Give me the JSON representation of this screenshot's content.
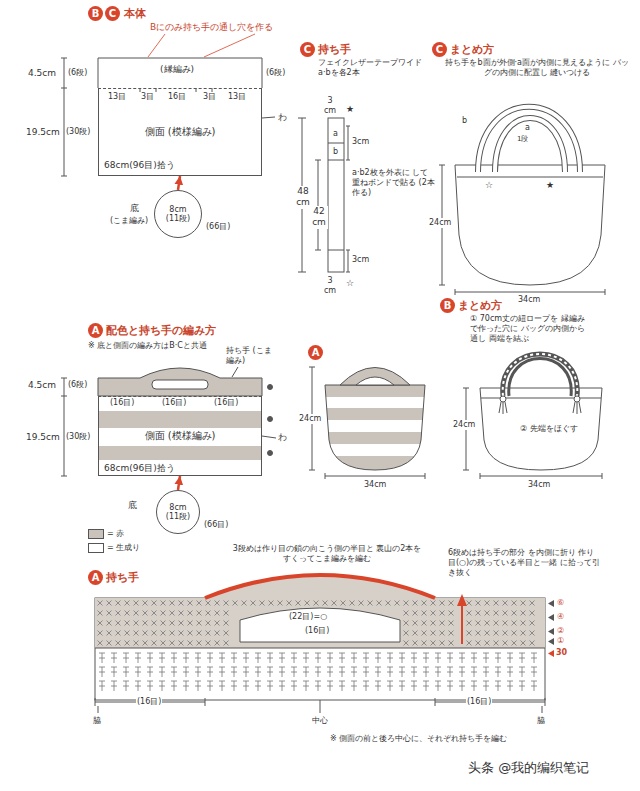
{
  "diagram": {
    "nodes": [
      {
        "text": [
          "B"
        ]
      },
      {
        "text": [
          "C"
        ]
      },
      {
        "text": [
          "側面 (模様編み)"
        ]
      },
      {
        "text": [
          "8cm",
          "(11段)"
        ]
      },
      {
        "text": [
          "C"
        ]
      },
      {
        "text": [
          "C"
        ]
      },
      {
        "text": [
          "A"
        ]
      },
      {
        "text": [
          "側面 (模様編み)"
        ]
      },
      {
        "text": [
          "8cm",
          "(11段)"
        ]
      },
      {
        "text": [
          "A"
        ]
      },
      {
        "text": [
          "B"
        ]
      },
      {
        "text": [
          "A"
        ]
      }
    ],
    "edges": [
      {
        "from": 3,
        "to": 2,
        "arrow": "to"
      },
      {
        "from": 8,
        "to": 7,
        "arrow": "to"
      }
    ],
    "labels": [
      "本体",
      "Bにのみ持ち手の通し穴を作る",
      "(縁編み)",
      "4.5cm",
      "(6段)",
      "(6段)",
      "13目",
      "3目",
      "16目",
      "3目",
      "13目",
      "19.5cm",
      "(30段)",
      "わ",
      "68cm(96目)拾う",
      "底",
      "(こま編み)",
      "(66目)",
      "持ち手",
      "フェイクレザーテープワイド a·bを各2本",
      "3 cm",
      "★",
      "a",
      "b",
      "3cm",
      "48 cm",
      "42 cm",
      "a·b2枚を外表に して重ねボンドで貼る (2本作る)",
      "3cm",
      "3 cm",
      "☆",
      "まとめ方",
      "持ち手をb面が外側·a面が内側に見えるように バッグの内側に配置し 縫いつける",
      "b",
      "a",
      "1段",
      "★",
      "☆",
      "24cm",
      "34cm",
      "配色と持ち手の編み方",
      "※ 底と側面の編み方はB·Cと共通",
      "持ち手 (こま編み)",
      "4.5cm",
      "(6段)",
      "(16目)",
      "(16目)",
      "(16目)",
      "19.5cm",
      "(30段)",
      "わ",
      "68cm(96目)拾う",
      "底",
      "(66目)",
      "24cm",
      "34cm",
      "まとめ方",
      "① 70cm丈の紐ロープを 縁編みで作った穴に バッグの内側から通し 両端を結ぶ",
      "② 先端をほぐす",
      "24cm",
      "34cm",
      "持ち手",
      "3段めは作り目の鎖の向こう側の半目と 裏山の2本をすくってこま編みを編む",
      "6段めは持ち手の部分 を内側に折り 作り目(○)の残っている半目と一緒 に拾って引き抜く",
      "(22目)=○",
      "(16目)",
      "(16目)",
      "(16目)",
      "⑥",
      "④",
      "②",
      "①",
      "30",
      "脇",
      "中心",
      "脇",
      "※ 側面の前と後ろ中心に、それぞれ持ち手を編む",
      "头条 @我的编织笔记"
    ],
    "legend": [
      {
        "text": "= 赤",
        "color": "#c9c3bb"
      },
      {
        "text": "= 生成り",
        "color": "#ffffff"
      }
    ]
  }
}
